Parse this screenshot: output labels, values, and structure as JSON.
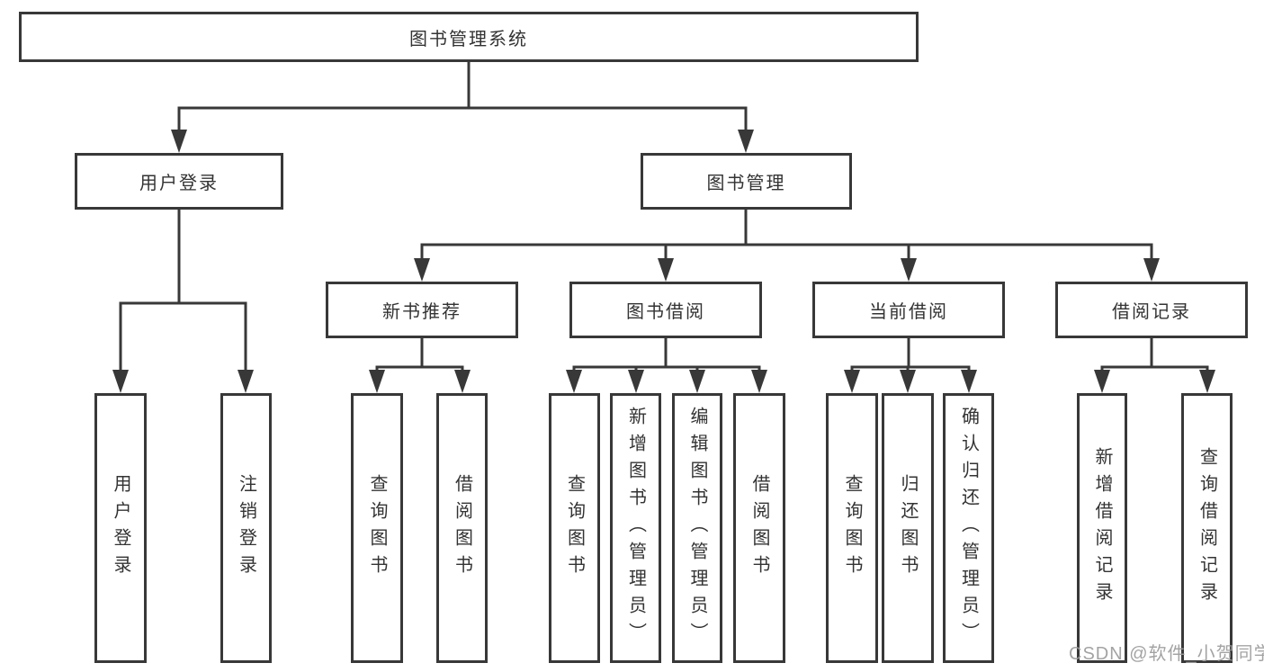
{
  "diagram": {
    "root": "图书管理系统",
    "level2": {
      "user_login": "用户登录",
      "book_management": "图书管理"
    },
    "level3": {
      "new_book_recommend": "新书推荐",
      "book_borrow": "图书借阅",
      "current_borrow": "当前借阅",
      "borrow_records": "借阅记录"
    },
    "leaves": {
      "user_login": "用户登录",
      "logout": "注销登录",
      "recommend_query_book": "查询图书",
      "recommend_borrow_book": "借阅图书",
      "borrow_query_book": "查询图书",
      "borrow_add_book_admin": "新增图书（管理员）",
      "borrow_edit_book_admin": "编辑图书（管理员）",
      "borrow_borrow_book": "借阅图书",
      "current_query_book": "查询图书",
      "current_return_book": "归还图书",
      "current_confirm_return_admin": "确认归还（管理员）",
      "records_add_record": "新增借阅记录",
      "records_query_record": "查询借阅记录"
    }
  },
  "watermark": "CSDN @软件_小贺同学",
  "colors": {
    "line": "#383838",
    "box_border": "#383838",
    "text": "#333333",
    "watermark_text": "#9b9b9b",
    "background": "#ffffff"
  }
}
